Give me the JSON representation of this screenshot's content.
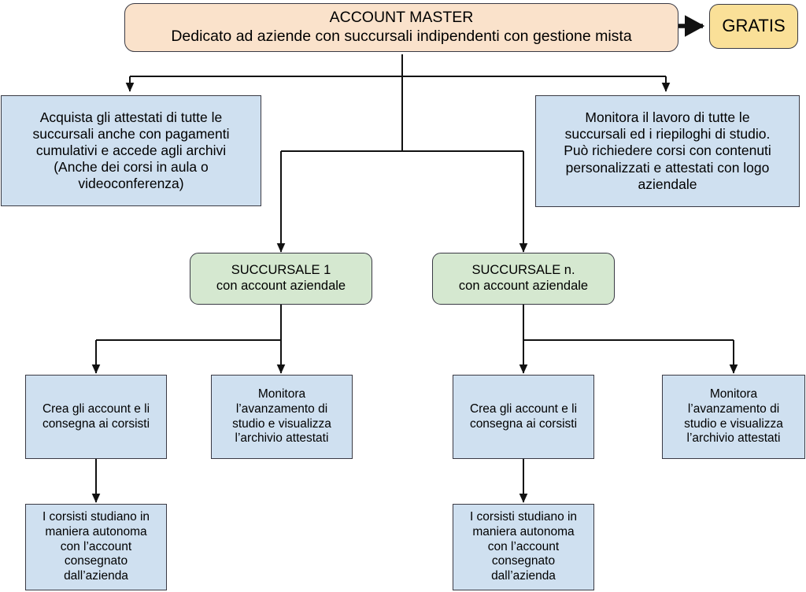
{
  "diagram": {
    "title": "ACCOUNT MASTER",
    "language": "it",
    "background_color": "#ffffff",
    "palette": {
      "master_fill": "#fae2cb",
      "badge_fill": "#fae098",
      "blue_fill": "#cfe0f0",
      "green_fill": "#d5e8d0",
      "stroke": "#3a3a44",
      "connector": "#1a1a1a",
      "text": "#000000"
    }
  },
  "nodes": {
    "master": {
      "line1": "ACCOUNT MASTER",
      "line2": "Dedicato ad aziende con succursali indipendenti con gestione mista"
    },
    "badge": {
      "label": "GRATIS"
    },
    "level1_left": {
      "text": "Acquista gli attestati di tutte le\nsuccursali anche con pagamenti\ncumulativi e accede agli archivi\n(Anche dei corsi in aula o\nvideoconferenza)"
    },
    "level1_right": {
      "text": "Monitora il lavoro di tutte le\nsuccursali ed i riepiloghi di studio.\nPuò richiedere corsi con contenuti\npersonalizzati e attestati con logo\naziendale"
    },
    "branch1": {
      "line1": "SUCCURSALE 1",
      "line2": "con account aziendale"
    },
    "branch_n": {
      "line1": "SUCCURSALE n.",
      "line2": "con account aziendale"
    },
    "b1_create": {
      "text": "Crea gli account e li\nconsegna ai corsisti"
    },
    "b1_monitor": {
      "text": "Monitora\nl’avanzamento di\nstudio e visualizza\nl’archivio attestati"
    },
    "b1_students": {
      "text": "I corsisti studiano in\nmaniera autonoma\ncon l’account\nconsegnato\ndall’azienda"
    },
    "bn_create": {
      "text": "Crea gli account e li\nconsegna ai corsisti"
    },
    "bn_monitor": {
      "text": "Monitora\nl’avanzamento di\nstudio e visualizza\nl’archivio attestati"
    },
    "bn_students": {
      "text": "I corsisti studiano in\nmaniera autonoma\ncon l’account\nconsegnato\ndall’azienda"
    }
  },
  "edges": [
    {
      "name": "master-to-gratis",
      "kind": "arrow-right"
    },
    {
      "name": "master-to-level1-left",
      "kind": "elbow-down"
    },
    {
      "name": "master-to-level1-right",
      "kind": "elbow-down"
    },
    {
      "name": "master-to-branch1",
      "kind": "elbow-down"
    },
    {
      "name": "master-to-branch-n",
      "kind": "elbow-down"
    },
    {
      "name": "branch1-to-create",
      "kind": "elbow-down"
    },
    {
      "name": "branch1-to-monitor",
      "kind": "straight-down"
    },
    {
      "name": "branch1-create-to-students",
      "kind": "straight-down"
    },
    {
      "name": "branchn-to-create",
      "kind": "straight-down"
    },
    {
      "name": "branchn-to-monitor",
      "kind": "elbow-down"
    },
    {
      "name": "branchn-create-to-students",
      "kind": "straight-down"
    }
  ]
}
